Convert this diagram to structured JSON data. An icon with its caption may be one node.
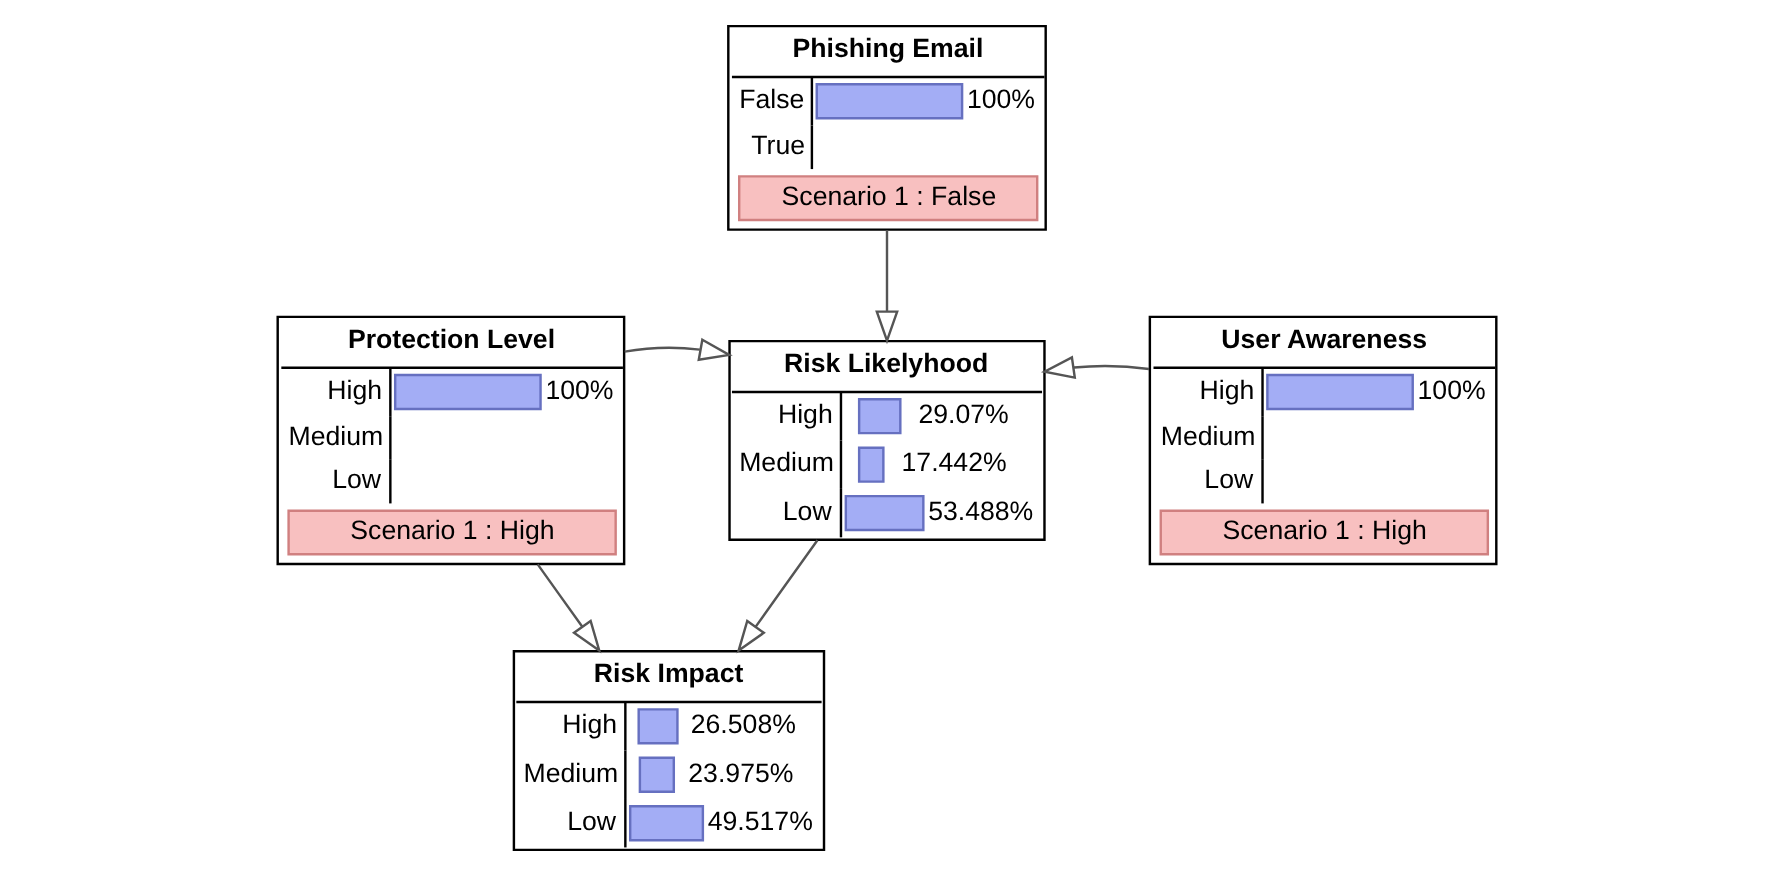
{
  "diagram": {
    "nodes": [
      {
        "text": [
          "Phishing Email",
          "False",
          "100%",
          "True",
          "Scenario 1 : False"
        ]
      },
      {
        "text": [
          "Protection Level",
          "High",
          "100%",
          "Medium",
          "Low",
          "Scenario 1 : High"
        ]
      },
      {
        "text": [
          "Risk Likelyhood",
          "High",
          "29.07%",
          "Medium",
          "17.442%",
          "Low",
          "53.488%"
        ]
      },
      {
        "text": [
          "User Awareness",
          "High",
          "100%",
          "Medium",
          "Low",
          "Scenario 1 : High"
        ]
      },
      {
        "text": [
          "Risk Impact",
          "High",
          "26.508%",
          "Medium",
          "23.975%",
          "Low",
          "49.517%"
        ]
      }
    ],
    "edges": [
      {
        "from": 0,
        "to": 2,
        "arrow": "to"
      },
      {
        "from": 1,
        "to": 2,
        "arrow": "to"
      },
      {
        "from": 3,
        "to": 2,
        "arrow": "to"
      },
      {
        "from": 1,
        "to": 4,
        "arrow": "to"
      },
      {
        "from": 2,
        "to": 4,
        "arrow": "to"
      }
    ]
  }
}
